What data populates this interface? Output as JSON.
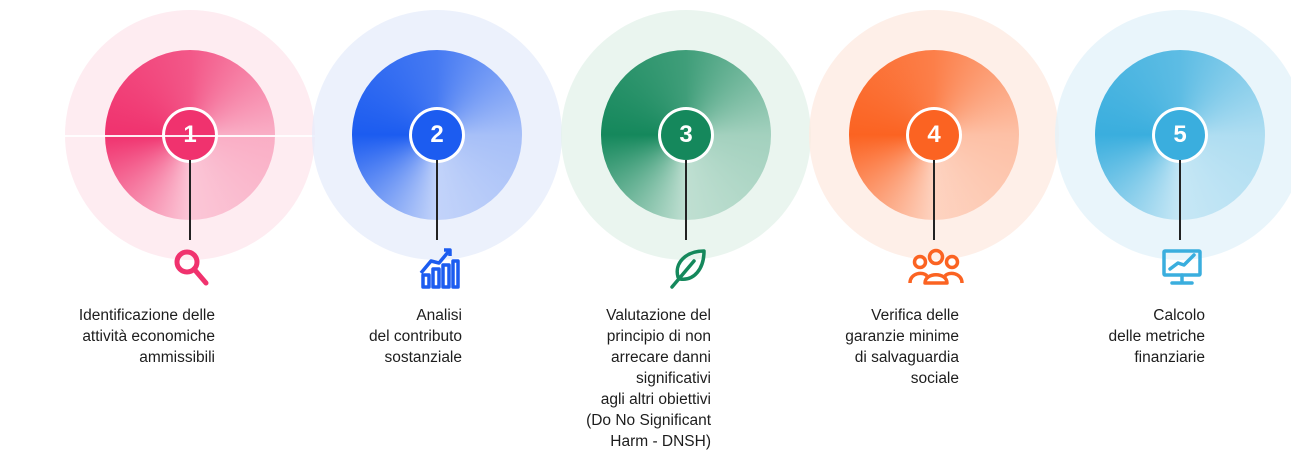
{
  "steps": [
    {
      "number": "1",
      "color": "#f0326e",
      "light": "#fde6ec",
      "icon": "magnifier-icon",
      "lines": [
        "Identificazione delle",
        "attività economiche",
        "ammissibili"
      ]
    },
    {
      "number": "2",
      "color": "#1c5cf0",
      "light": "#e6ecfb",
      "icon": "growth-chart-icon",
      "lines": [
        "Analisi",
        "del contributo",
        "sostanziale"
      ]
    },
    {
      "number": "3",
      "color": "#15885c",
      "light": "#e3f1ea",
      "icon": "leaf-icon",
      "lines": [
        "Valutazione del",
        "principio di non",
        "arrecare danni",
        "significativi",
        "agli altri obiettivi",
        "(Do No Significant",
        "Harm - DNSH)"
      ]
    },
    {
      "number": "4",
      "color": "#fb6322",
      "light": "#fdeae0",
      "icon": "people-group-icon",
      "lines": [
        "Verifica delle",
        "garanzie minime",
        "di salvaguardia",
        "sociale"
      ]
    },
    {
      "number": "5",
      "color": "#3aaede",
      "light": "#e2f2f9",
      "icon": "monitor-chart-icon",
      "lines": [
        "Calcolo",
        "delle metriche",
        "finanziarie"
      ]
    }
  ]
}
